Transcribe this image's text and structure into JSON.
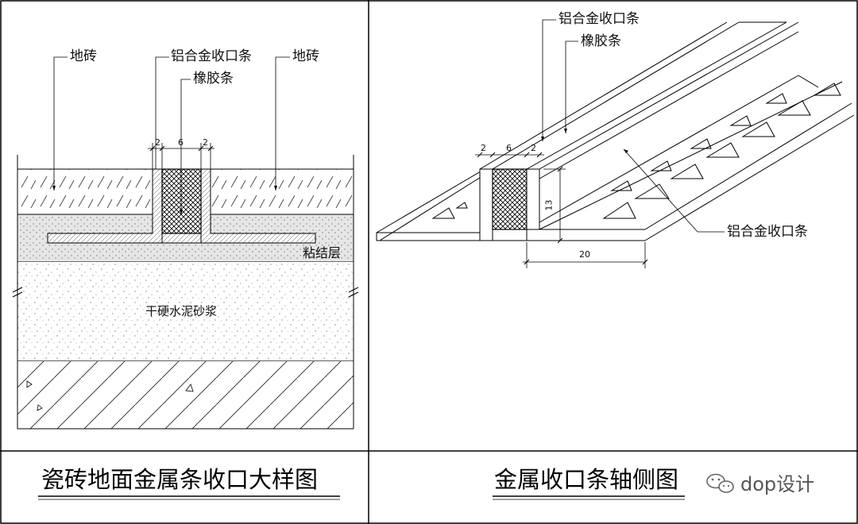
{
  "left_panel": {
    "labels": {
      "tile_left": "地砖",
      "strip": "铝合金收口条",
      "tile_right": "地砖",
      "rubber": "橡胶条",
      "bond_layer": "粘结层",
      "mortar": "干硬水泥砂浆"
    },
    "dims": [
      "2",
      "6",
      "2"
    ],
    "title": "瓷砖地面金属条收口大样图"
  },
  "right_panel": {
    "labels": {
      "strip_top": "铝合金收口条",
      "rubber": "橡胶条",
      "strip_bottom": "铝合金收口条"
    },
    "dims": [
      "2",
      "6",
      "2"
    ],
    "height_dim": "13",
    "width_dim": "20",
    "title": "金属收口条轴侧图"
  },
  "watermark": {
    "icon": "wechat-icon",
    "text": "dop设计"
  }
}
